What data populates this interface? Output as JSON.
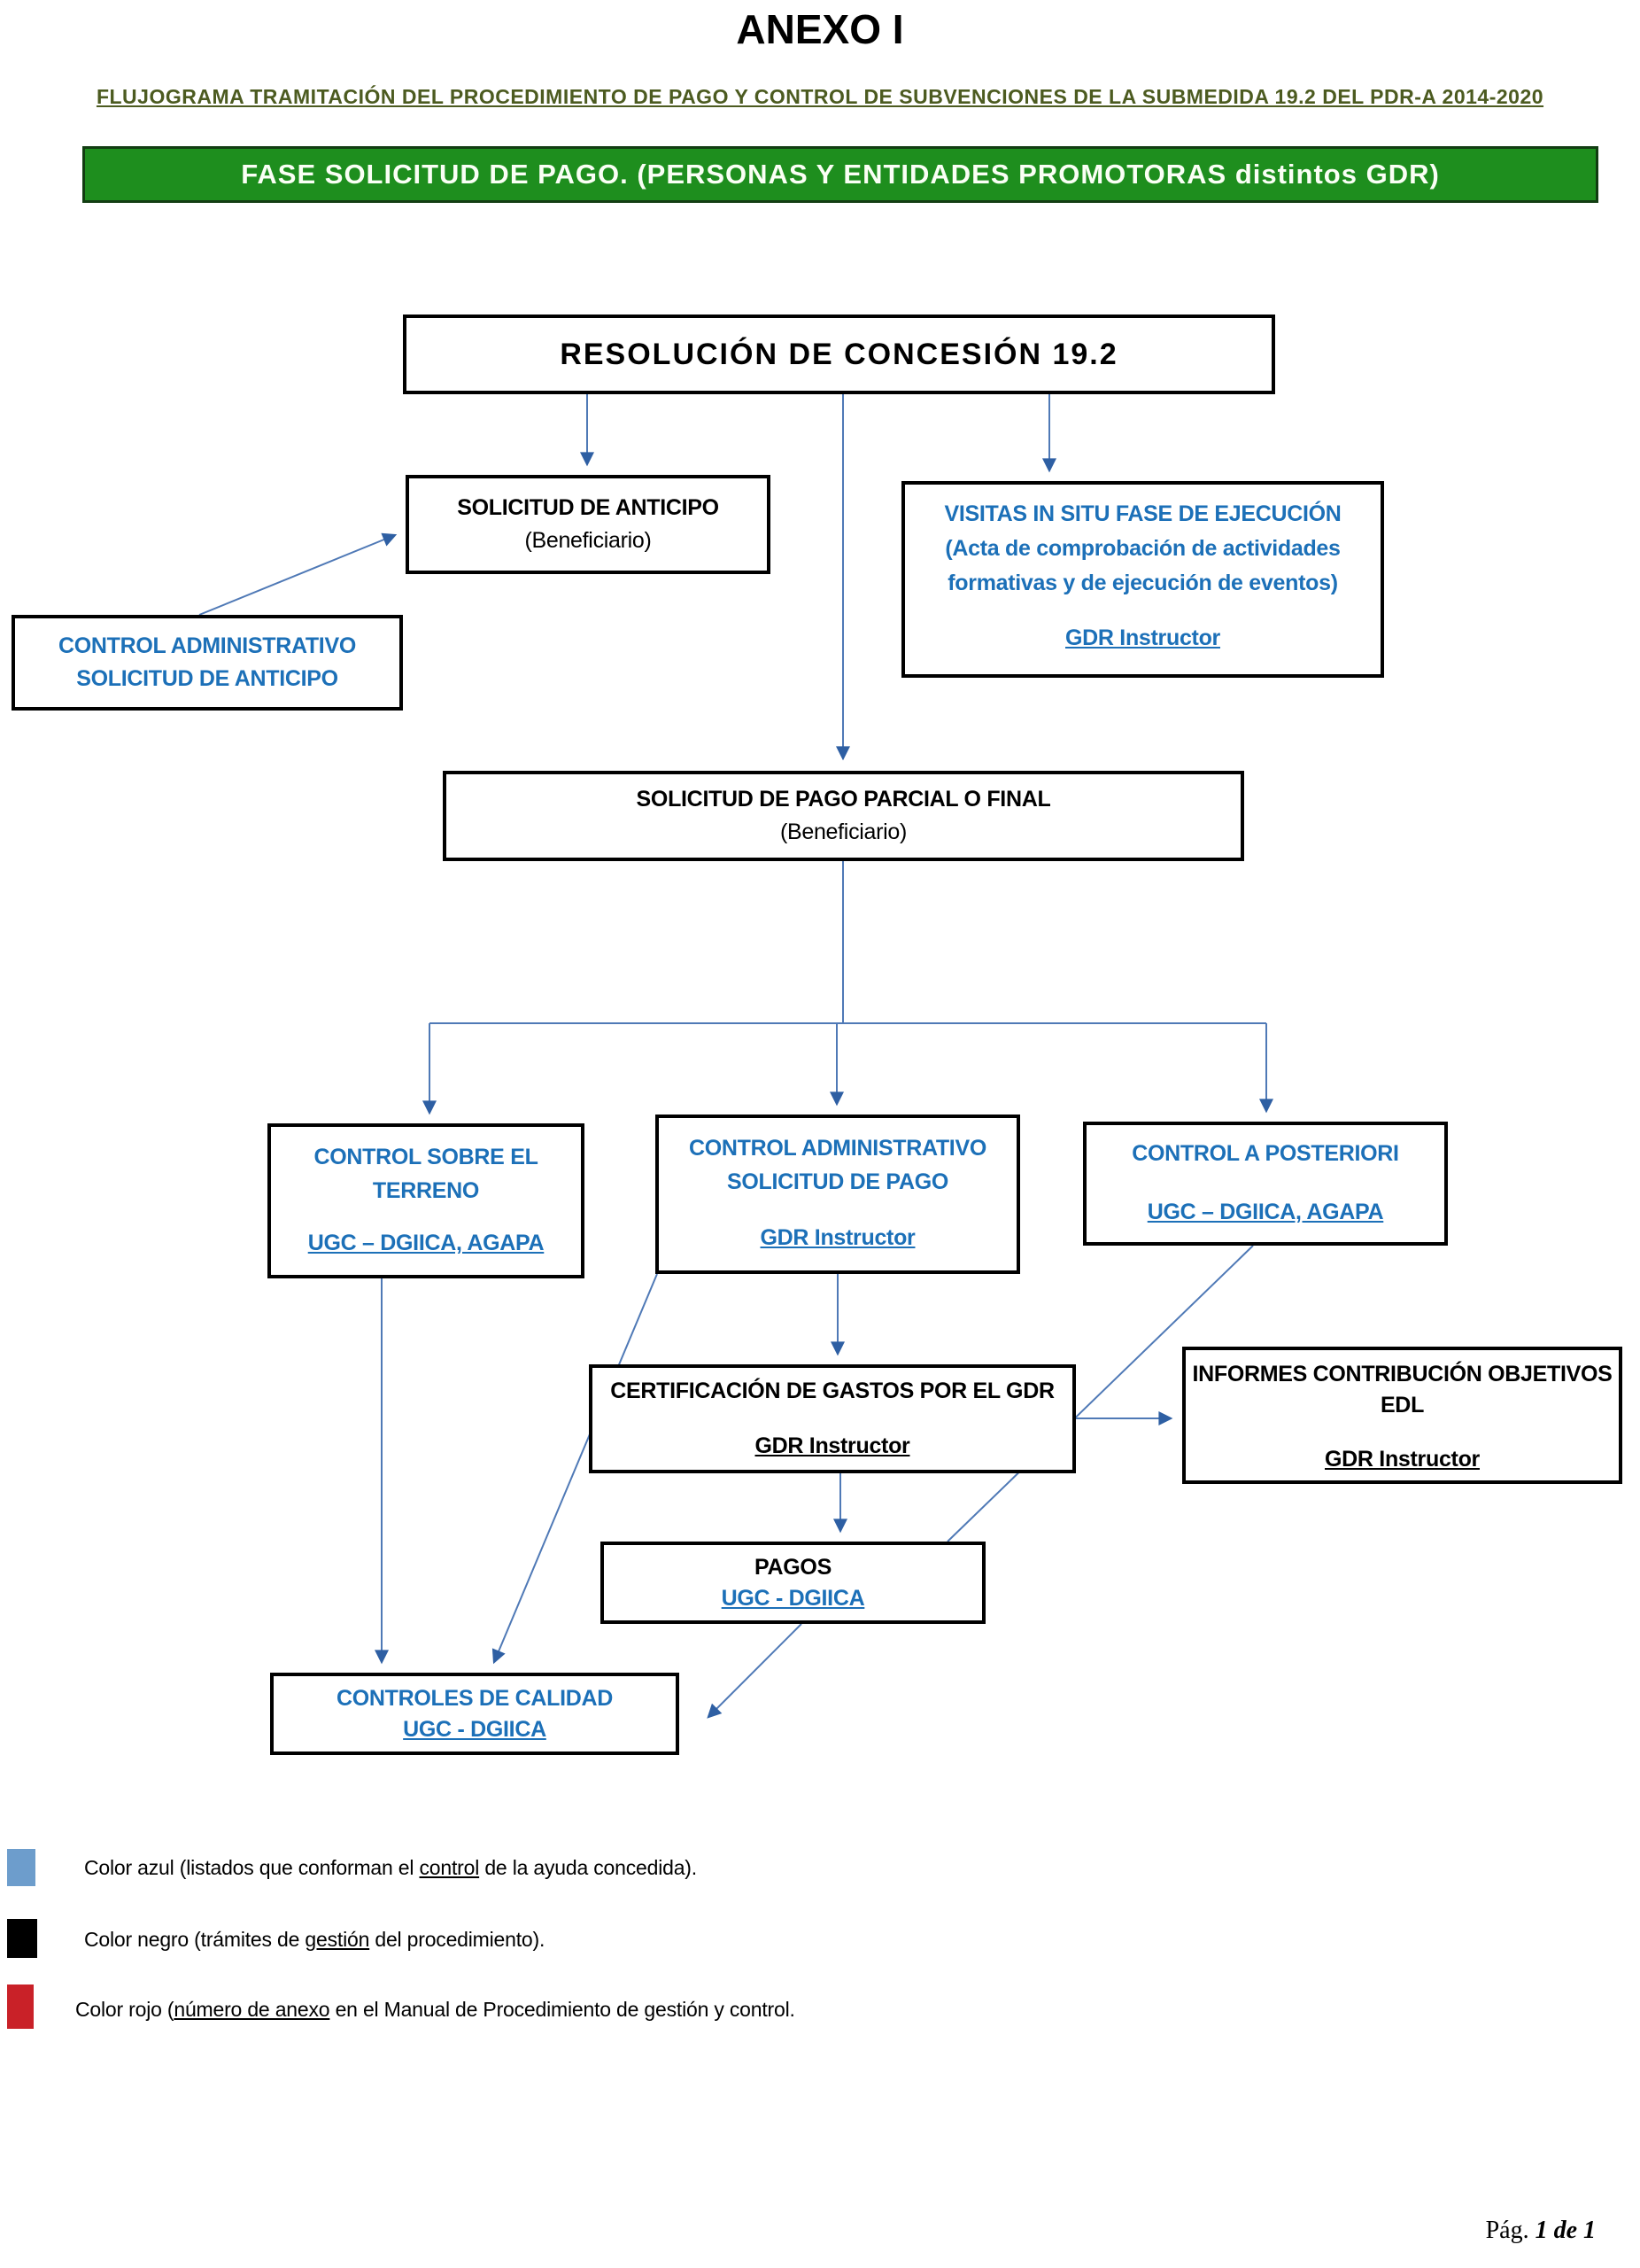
{
  "page": {
    "title": "ANEXO I",
    "subtitle": "FLUJOGRAMA TRAMITACIÓN DEL PROCEDIMIENTO DE PAGO Y CONTROL DE SUBVENCIONES DE LA SUBMEDIDA 19.2 DEL PDR-A 2014-2020",
    "banner": "FASE SOLICITUD DE PAGO. (PERSONAS Y ENTIDADES PROMOTORAS distintos GDR)",
    "footer_prefix": "Pág. ",
    "footer_page": "1 de 1"
  },
  "colors": {
    "banner_green": "#1E8E1E",
    "subtitle_olive": "#4C5B20",
    "node_text_blue": "#1C70B8",
    "node_text_black": "#000000",
    "connector_blue": "#4F79B6",
    "arrowhead_blue": "#2E5FA3",
    "legend_blue": "#6D9DCC",
    "legend_black": "#000000",
    "legend_red": "#C92128"
  },
  "nodes": {
    "resolucion": {
      "line1": "RESOLUCIÓN DE CONCESIÓN 19.2"
    },
    "solicitud_anticipo": {
      "line1": "SOLICITUD DE ANTICIPO",
      "line2": "(Beneficiario)"
    },
    "visitas": {
      "line1": "VISITAS IN SITU FASE DE EJECUCIÓN",
      "line2": "(Acta de comprobación de actividades",
      "line3": "formativas y de ejecución de eventos)",
      "actor": "GDR Instructor"
    },
    "control_admin_anticipo": {
      "line1": "CONTROL ADMINISTRATIVO",
      "line2": "SOLICITUD DE ANTICIPO"
    },
    "solicitud_pago": {
      "line1": "SOLICITUD DE PAGO PARCIAL O FINAL",
      "line2": "(Beneficiario)"
    },
    "control_terreno": {
      "line1": "CONTROL SOBRE EL",
      "line2": "TERRENO",
      "actor": "UGC – DGIICA, AGAPA"
    },
    "control_admin_pago": {
      "line1": "CONTROL ADMINISTRATIVO",
      "line2": "SOLICITUD DE PAGO",
      "actor": "GDR Instructor"
    },
    "control_posteriori": {
      "line1": "CONTROL A POSTERIORI",
      "actor": "UGC – DGIICA, AGAPA"
    },
    "certificacion": {
      "line1": "CERTIFICACIÓN DE GASTOS POR EL GDR",
      "actor": "GDR Instructor"
    },
    "informes": {
      "line1": "INFORMES CONTRIBUCIÓN OBJETIVOS",
      "line2": "EDL",
      "actor": "GDR Instructor"
    },
    "pagos": {
      "line1": "PAGOS",
      "actor": "UGC - DGIICA"
    },
    "controles_calidad": {
      "line1": "CONTROLES DE CALIDAD",
      "actor": "UGC - DGIICA"
    }
  },
  "legend": {
    "azul": {
      "before": "Color azul (listados que conforman el ",
      "underlined": "control",
      "after": " de la ayuda concedida)."
    },
    "negro": {
      "before": "Color negro (trámites de ",
      "underlined": "gestión",
      "after": " del procedimiento)."
    },
    "rojo": {
      "before": "Color rojo (",
      "underlined": "número de anexo",
      "after": " en el Manual de Procedimiento de gestión y control."
    }
  }
}
